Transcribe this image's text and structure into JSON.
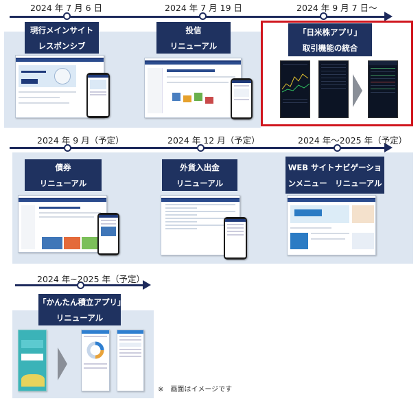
{
  "row1": {
    "dates": [
      "2024 年 7 月 6 日",
      "2024 年 7 月 19 日",
      "2024 年 9 月 7 日～"
    ],
    "items": [
      {
        "line1": "現行メインサイト",
        "line2": "レスポンシブ"
      },
      {
        "line1": "投信",
        "line2": "リニューアル"
      },
      {
        "line1": "「日米株アプリ」",
        "line2": "取引機能の統合"
      }
    ]
  },
  "row2": {
    "dates": [
      "2024 年 9 月（予定）",
      "2024 年 12 月（予定）",
      "2024 年～2025 年（予定）"
    ],
    "items": [
      {
        "line1": "債券",
        "line2": "リニューアル"
      },
      {
        "line1": "外貨入出金",
        "line2": "リニューアル"
      },
      {
        "line1": "WEB サイトナビゲーショ",
        "line2": "ンメニュー　リニューアル"
      }
    ]
  },
  "row3": {
    "dates": [
      "2024 年~2025 年（予定）"
    ],
    "items": [
      {
        "line1": "「かんたん積立アプリ」",
        "line2": "リニューアル"
      }
    ]
  },
  "note": "※　画面はイメージです",
  "colors": {
    "navy": "#1f3260",
    "line": "#1d2a5c",
    "panel": "#dde6f1",
    "highlight": "#d0161e"
  }
}
